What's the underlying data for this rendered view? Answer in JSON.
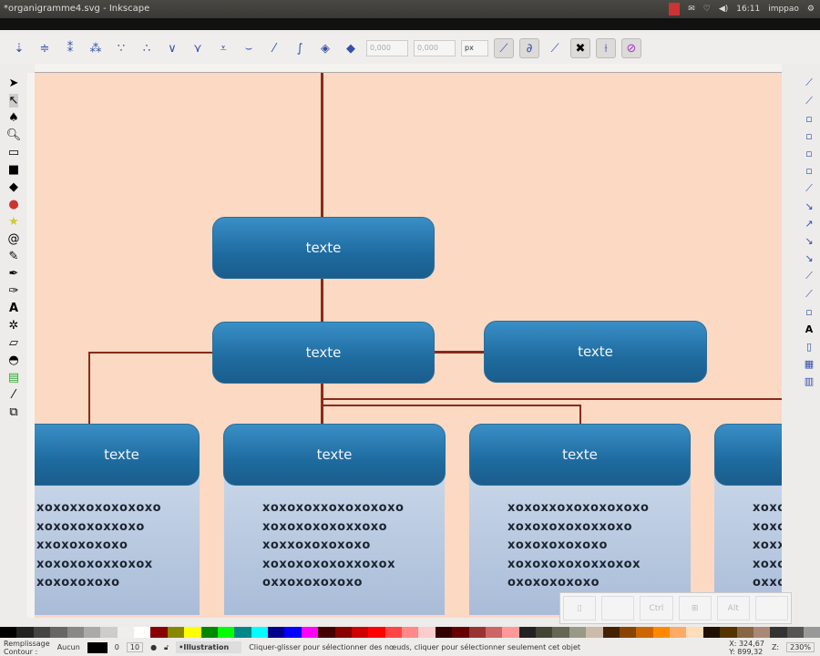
{
  "window": {
    "title": "*organigramme4.svg - Inkscape"
  },
  "tray": {
    "time": "16:11",
    "user": "imppao"
  },
  "toolbar": {
    "x_value": "0,000",
    "y_value": "0,000",
    "unit": "px"
  },
  "canvas": {
    "boxes": [
      "texte",
      "texte",
      "texte",
      "texte",
      "texte",
      "texte"
    ],
    "panel_lines": [
      [
        "xoxoxxoxoxoxoxo",
        "xoxoxoxoxxoxo",
        "xxoxoxoxoxo",
        "xoxoxoxoxxoxox",
        "xoxoxoxoxo"
      ],
      [
        "xoxoxoxxoxoxoxoxo",
        "xoxoxoxoxoxxoxo",
        "xoxxoxoxoxoxo",
        "xoxoxoxoxoxxoxox",
        "oxxoxoxoxoxo"
      ],
      [
        "xoxoxxoxoxoxoxoxo",
        "xoxoxoxoxoxxoxo",
        "xoxoxoxoxoxo",
        "xoxoxoxoxoxxoxox",
        "oxoxoxoxoxo"
      ],
      [
        "xoxo",
        "xoxo",
        "xoxx",
        "xoxo",
        "oxxo"
      ]
    ]
  },
  "osk": {
    "keys": [
      "",
      "",
      "Ctrl",
      "",
      "Alt",
      ""
    ]
  },
  "status": {
    "fill_label": "Remplissage",
    "fill_value": "Aucun",
    "stroke_label": "Contour :",
    "opacity": "0",
    "stroke_width": "10",
    "layer": "•Illustration",
    "message": "Cliquer-glisser pour sélectionner des nœuds, cliquer pour sélectionner seulement cet objet",
    "x": "X: 324,67",
    "y": "Y: 899,32",
    "zoom_label": "Z:",
    "zoom": "230%"
  },
  "palette": [
    "#000",
    "#222",
    "#444",
    "#666",
    "#888",
    "#aaa",
    "#ccc",
    "#eee",
    "#fff",
    "#800",
    "#880",
    "#ff0",
    "#080",
    "#0f0",
    "#088",
    "#0ff",
    "#008",
    "#00f",
    "#f0f",
    "#400",
    "#800",
    "#c00",
    "#f00",
    "#f44",
    "#f88",
    "#fcc",
    "#300",
    "#600",
    "#933",
    "#c66",
    "#f99",
    "#222",
    "#443",
    "#665",
    "#998",
    "#cba",
    "#420",
    "#840",
    "#c60",
    "#f80",
    "#fa6",
    "#fdb",
    "#210",
    "#530",
    "#864",
    "#a87",
    "#333",
    "#555",
    "#999"
  ]
}
